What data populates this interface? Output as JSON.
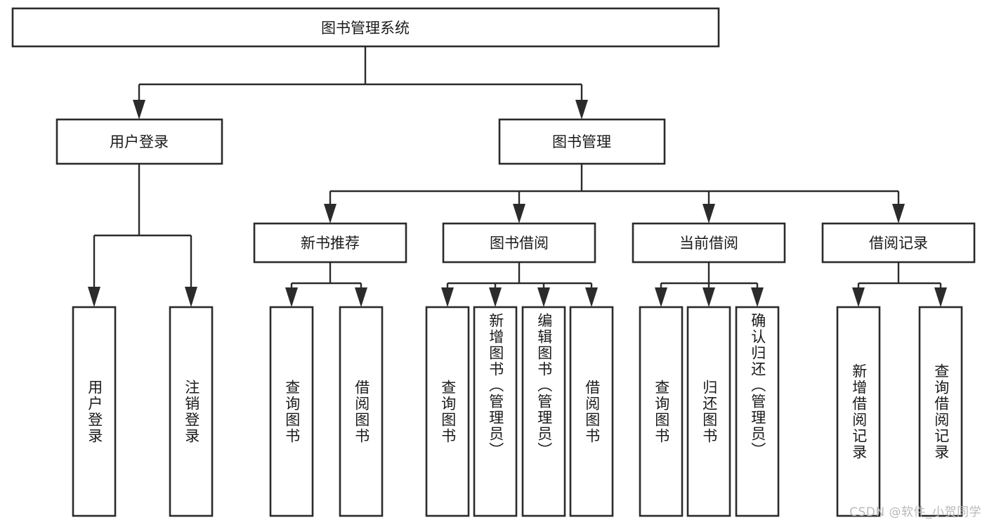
{
  "diagram": {
    "title": "图书管理系统",
    "watermark": "CSDN @软件_小贺同学",
    "root": {
      "label": "图书管理系统"
    },
    "level2": [
      {
        "label": "用户登录"
      },
      {
        "label": "图书管理"
      }
    ],
    "level3": [
      {
        "label": "新书推荐"
      },
      {
        "label": "图书借阅"
      },
      {
        "label": "当前借阅"
      },
      {
        "label": "借阅记录"
      }
    ],
    "leaves": {
      "user_login": [
        {
          "label": "用户登录"
        },
        {
          "label": "注销登录"
        }
      ],
      "new_book_recommend": [
        {
          "label": "查询图书"
        },
        {
          "label": "借阅图书"
        }
      ],
      "book_borrow": [
        {
          "label": "查询图书"
        },
        {
          "label": "新增图书（管理员）"
        },
        {
          "label": "编辑图书（管理员）"
        },
        {
          "label": "借阅图书"
        }
      ],
      "current_borrow": [
        {
          "label": "查询图书"
        },
        {
          "label": "归还图书"
        },
        {
          "label": "确认归还（管理员）"
        }
      ],
      "borrow_records": [
        {
          "label": "新增借阅记录"
        },
        {
          "label": "查询借阅记录"
        }
      ]
    },
    "colors": {
      "stroke": "#2b2b2b",
      "fill": "#ffffff",
      "text": "#1a1a1a",
      "watermark": "#b9b9b9"
    }
  }
}
